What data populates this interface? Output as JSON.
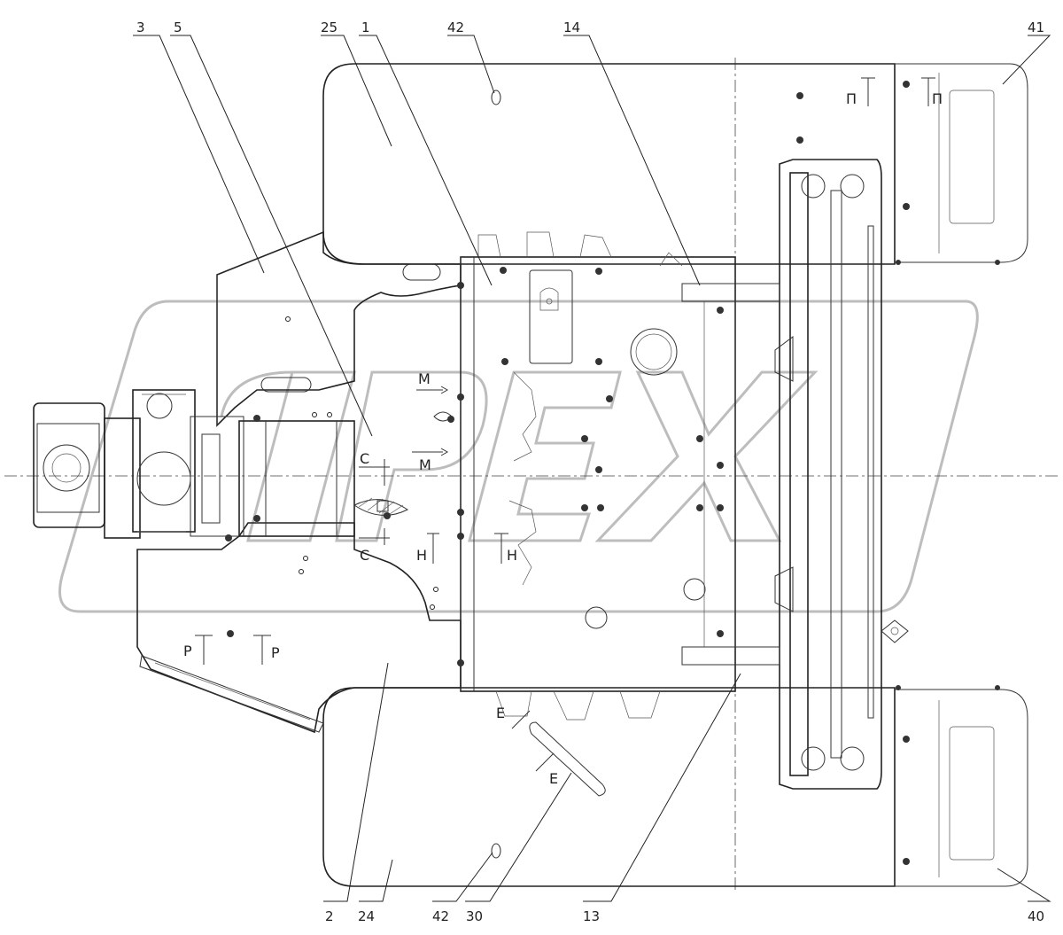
{
  "drawing": {
    "callouts": [
      {
        "id": "c3",
        "label": "3"
      },
      {
        "id": "c5",
        "label": "5"
      },
      {
        "id": "c25",
        "label": "25"
      },
      {
        "id": "c1",
        "label": "1"
      },
      {
        "id": "c42-top",
        "label": "42"
      },
      {
        "id": "c14",
        "label": "14"
      },
      {
        "id": "c41",
        "label": "41"
      },
      {
        "id": "c2",
        "label": "2"
      },
      {
        "id": "c24",
        "label": "24"
      },
      {
        "id": "c42-bottom",
        "label": "42"
      },
      {
        "id": "c30",
        "label": "30"
      },
      {
        "id": "c13",
        "label": "13"
      },
      {
        "id": "c40",
        "label": "40"
      }
    ],
    "section_marks": [
      {
        "id": "s-pi-left",
        "label": "П"
      },
      {
        "id": "s-pi-right",
        "label": "П"
      },
      {
        "id": "s-m-top",
        "label": "M"
      },
      {
        "id": "s-m-bottom",
        "label": "M"
      },
      {
        "id": "s-c-top",
        "label": "C"
      },
      {
        "id": "s-c-bottom",
        "label": "C"
      },
      {
        "id": "s-h-left",
        "label": "H"
      },
      {
        "id": "s-h-right",
        "label": "H"
      },
      {
        "id": "s-p-left",
        "label": "P"
      },
      {
        "id": "s-p-right",
        "label": "P"
      },
      {
        "id": "s-e-top",
        "label": "E"
      },
      {
        "id": "s-e-bottom",
        "label": "E"
      }
    ],
    "watermark": "OPEX"
  }
}
